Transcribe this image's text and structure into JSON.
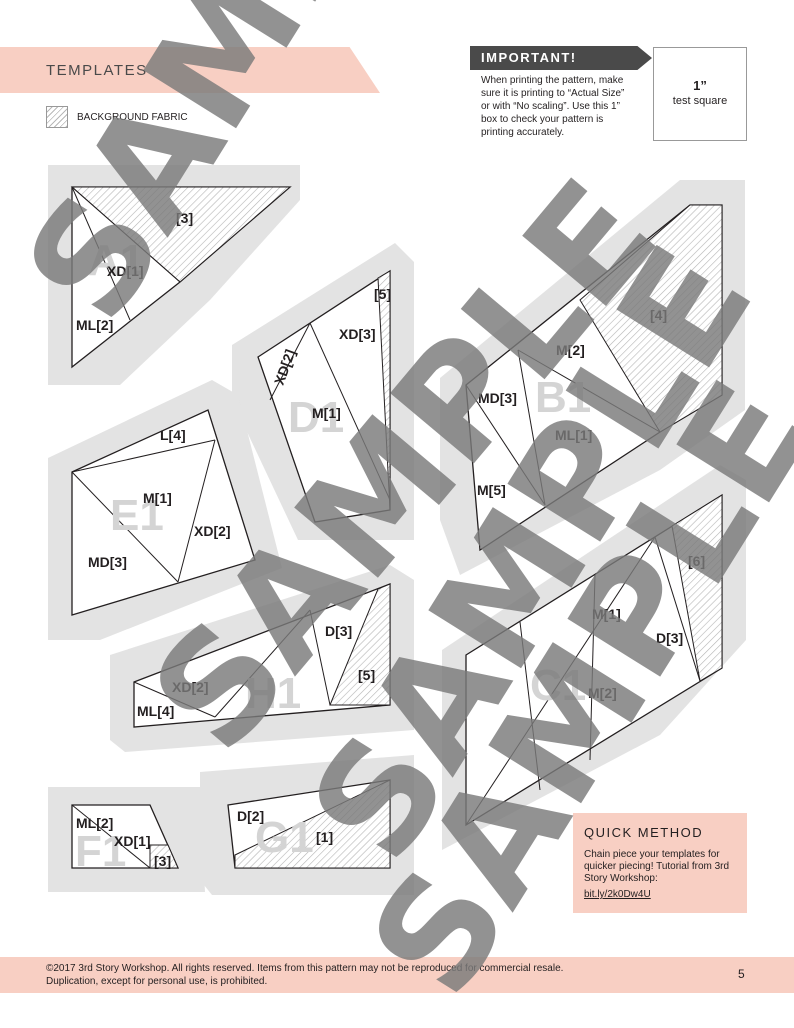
{
  "header": {
    "title": "TEMPLATES"
  },
  "legend": {
    "label": "BACKGROUND FABRIC"
  },
  "important": {
    "title": "IMPORTANT!",
    "body": "When printing the pattern, make sure it is printing to “Actual Size” or with “No scaling”. Use this 1” box to check your pattern is printing accurately."
  },
  "test_square": {
    "mark": "1”",
    "label": "test square"
  },
  "templates": {
    "A1": {
      "label": "A1",
      "pieces": [
        "[3]",
        "XD[1]",
        "ML[2]"
      ]
    },
    "D1": {
      "label": "D1",
      "pieces": [
        "[5]",
        "XD[3]",
        "XD[2]",
        "M[1]"
      ]
    },
    "B1": {
      "label": "B1",
      "pieces": [
        "[4]",
        "M[2]",
        "MD[3]",
        "ML[1]",
        "M[5]"
      ]
    },
    "E1": {
      "label": "E1",
      "pieces": [
        "L[4]",
        "M[1]",
        "XD[2]",
        "MD[3]"
      ]
    },
    "H1": {
      "label": "H1",
      "pieces": [
        "D[3]",
        "[5]",
        "XD[2]",
        "ML[4]"
      ]
    },
    "C1": {
      "label": "C1",
      "pieces": [
        "[6]",
        "M[1]",
        "D[3]",
        "M[2]"
      ]
    },
    "F1": {
      "label": "F1",
      "pieces": [
        "ML[2]",
        "XD[1]",
        "[3]"
      ]
    },
    "G1": {
      "label": "G1",
      "pieces": [
        "D[2]",
        "[1]"
      ]
    }
  },
  "quick_method": {
    "title": "QUICK METHOD",
    "body": "Chain piece your templates for quicker piecing! Tutorial from 3rd Story Workshop:",
    "link": "bit.ly/2k0Dw4U"
  },
  "footer": {
    "copyright": "©2017 3rd Story Workshop. All rights reserved. Items from this pattern may not be reproduced for commercial resale. Duplication, except for personal use, is prohibited.",
    "page_number": "5"
  },
  "watermark": {
    "text": "SAMPLE"
  },
  "colors": {
    "accent_pink": "#f8cfc3",
    "dark_band": "#4a4a4a",
    "seam_allowance": "#e3e3e3",
    "watermark": "#7a7a7a"
  }
}
